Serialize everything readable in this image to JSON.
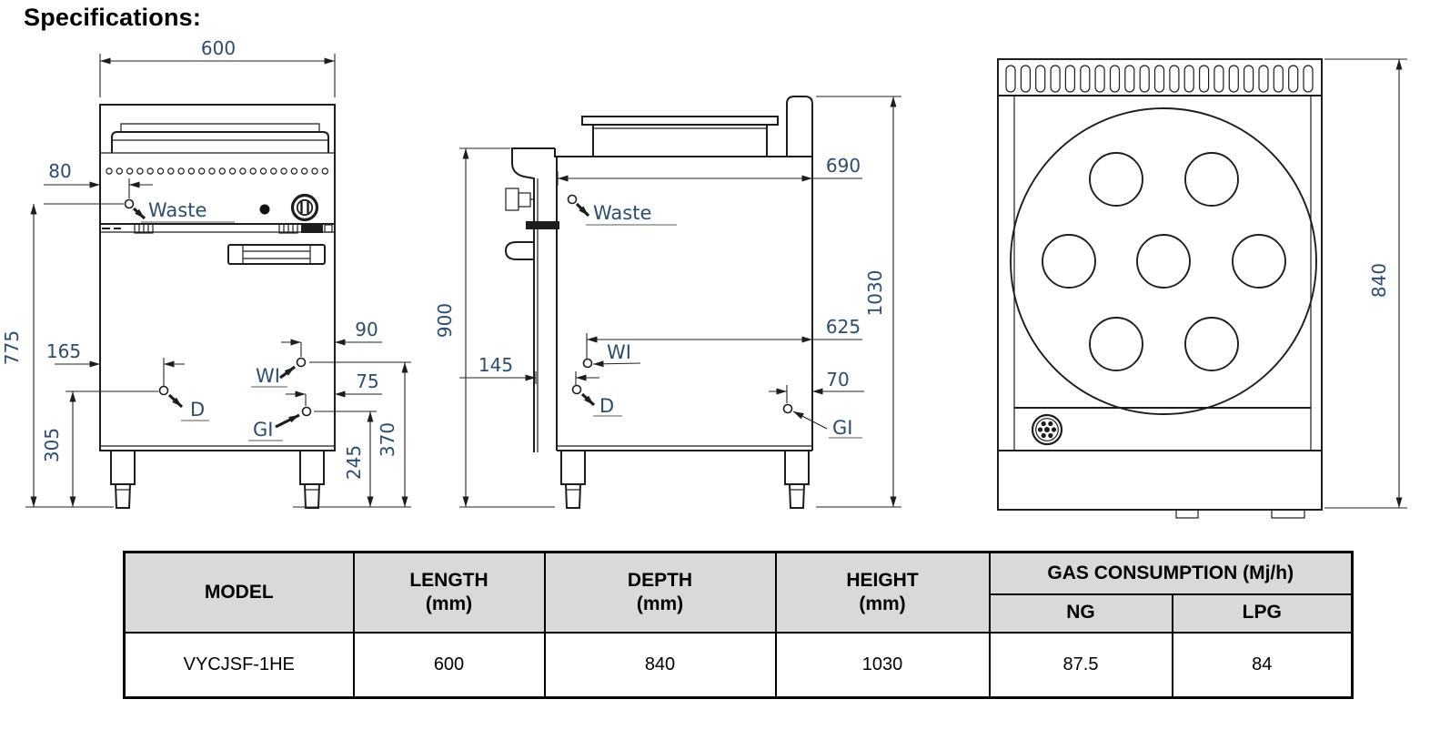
{
  "title": "Specifications:",
  "colors": {
    "dim_text": "#2d4c6e",
    "line": "#1d1d1d",
    "table_header_bg": "#d9d9d9"
  },
  "front_view": {
    "dim_width": "600",
    "dim_waste_offset": "80",
    "dim_overall_height": "775",
    "dim_drain_offset": "165",
    "dim_drain_height": "305",
    "dim_water_inlet_offset": "90",
    "dim_gas_inlet_offset": "75",
    "dim_gas_inlet_height": "245",
    "dim_water_inlet_height": "370",
    "label_waste": "Waste",
    "label_drain": "D",
    "label_water_inlet": "WI",
    "label_gas_inlet": "GI"
  },
  "side_view": {
    "dim_top_depth": "690",
    "dim_body_height": "900",
    "dim_overall_height": "1030",
    "dim_water_inlet_depth": "625",
    "dim_drain_depth": "145",
    "dim_gas_inlet_depth": "70",
    "label_waste": "Waste",
    "label_water_inlet": "WI",
    "label_drain": "D",
    "label_gas_inlet": "GI"
  },
  "top_view": {
    "dim_depth": "840"
  },
  "table": {
    "header_model": "MODEL",
    "header_length": "LENGTH",
    "header_length_unit": "(mm)",
    "header_depth": "DEPTH",
    "header_depth_unit": "(mm)",
    "header_height": "HEIGHT",
    "header_height_unit": "(mm)",
    "header_gas": "GAS CONSUMPTION (Mj/h)",
    "header_ng": "NG",
    "header_lpg": "LPG",
    "row": {
      "model": "VYCJSF-1HE",
      "length": "600",
      "depth": "840",
      "height": "1030",
      "ng": "87.5",
      "lpg": "84"
    }
  }
}
